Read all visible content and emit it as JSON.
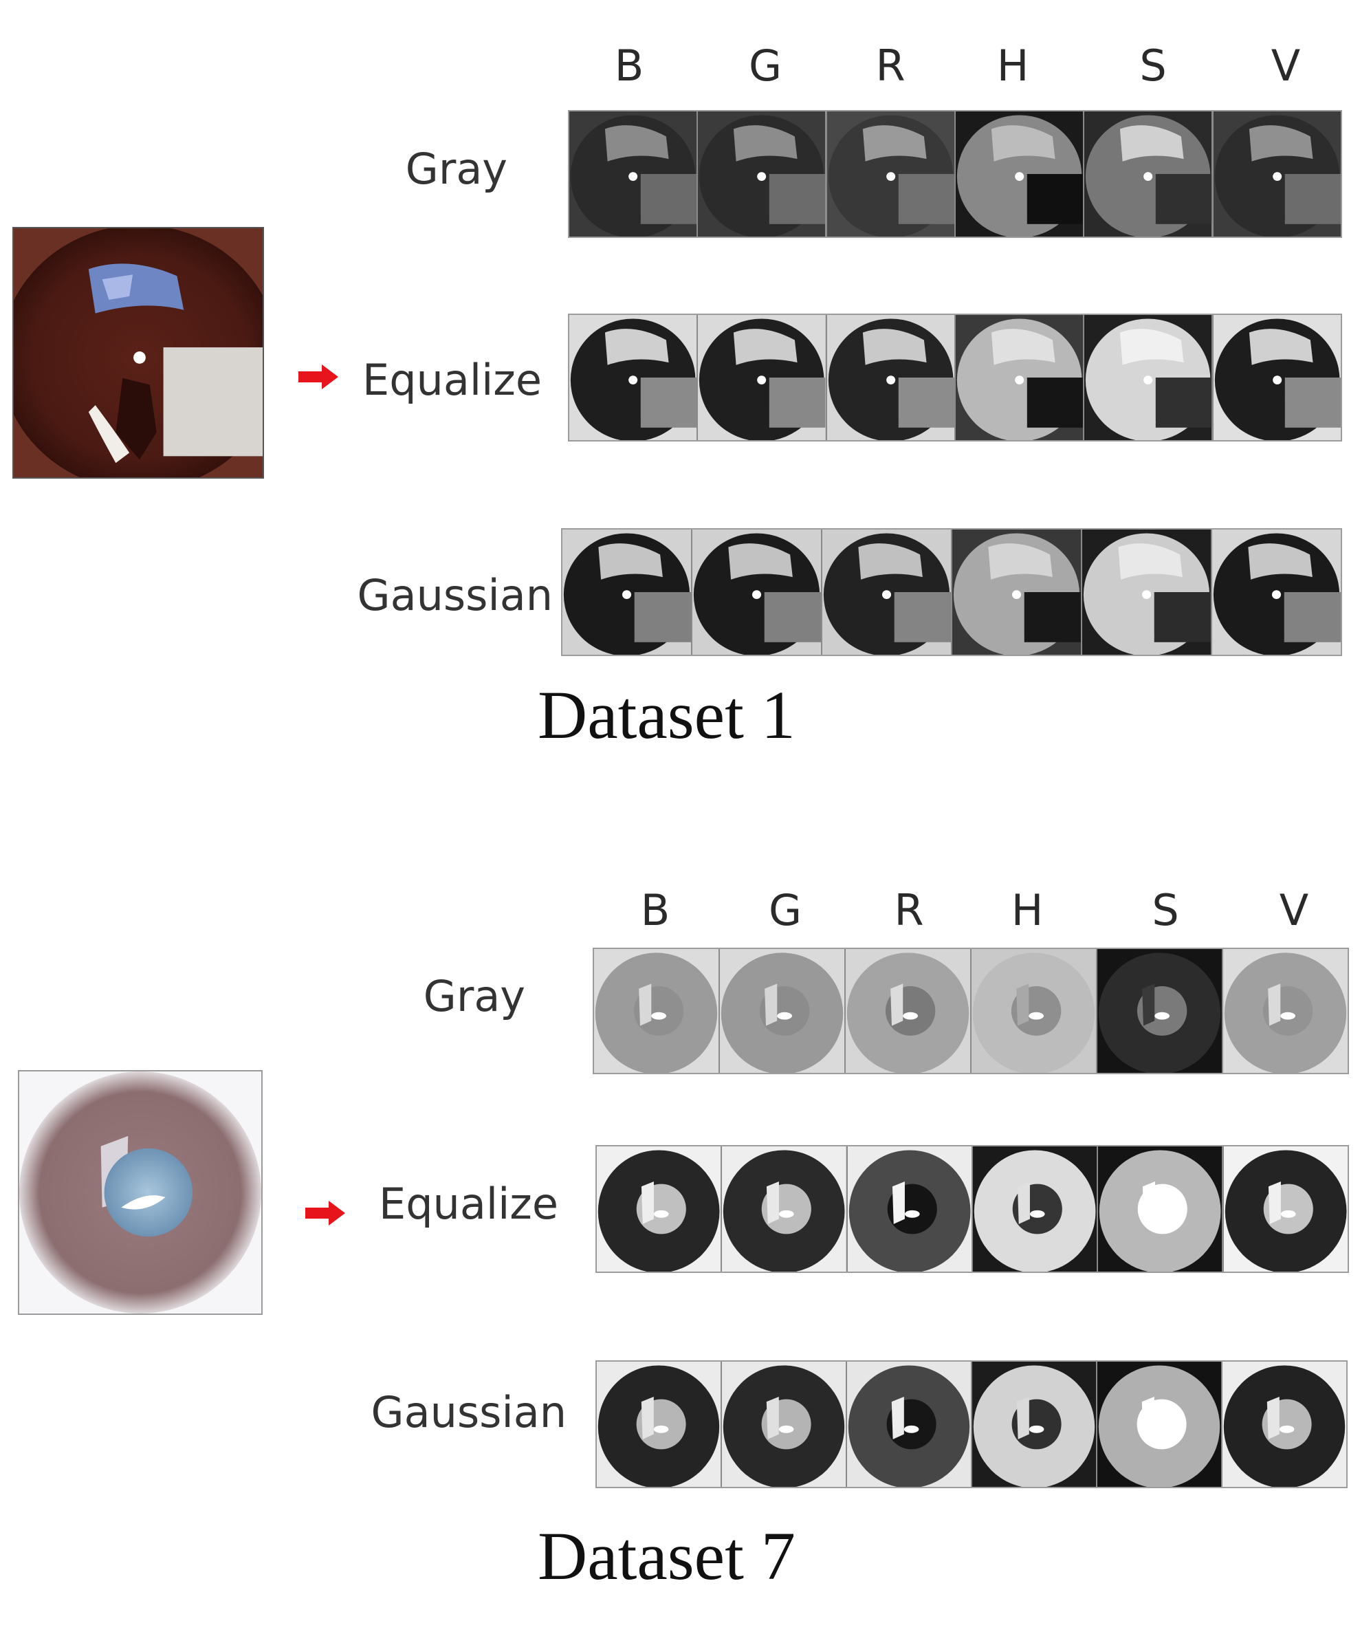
{
  "arrow_color": "#e8141c",
  "panels": [
    {
      "caption": "Dataset 1",
      "channels": [
        "B",
        "G",
        "R",
        "H",
        "S",
        "V"
      ],
      "rows": [
        {
          "label": "Gray",
          "style": "gray"
        },
        {
          "label": "Equalize",
          "style": "equalize"
        },
        {
          "label": "Gaussian",
          "style": "gaussian"
        }
      ],
      "source_icon": "eye-photo-dark-iris-icon"
    },
    {
      "caption": "Dataset 7",
      "channels": [
        "B",
        "G",
        "R",
        "H",
        "S",
        "V"
      ],
      "rows": [
        {
          "label": "Gray",
          "style": "gray"
        },
        {
          "label": "Equalize",
          "style": "equalize"
        },
        {
          "label": "Gaussian",
          "style": "gaussian"
        }
      ],
      "source_icon": "eye-photo-light-iris-icon"
    }
  ]
}
